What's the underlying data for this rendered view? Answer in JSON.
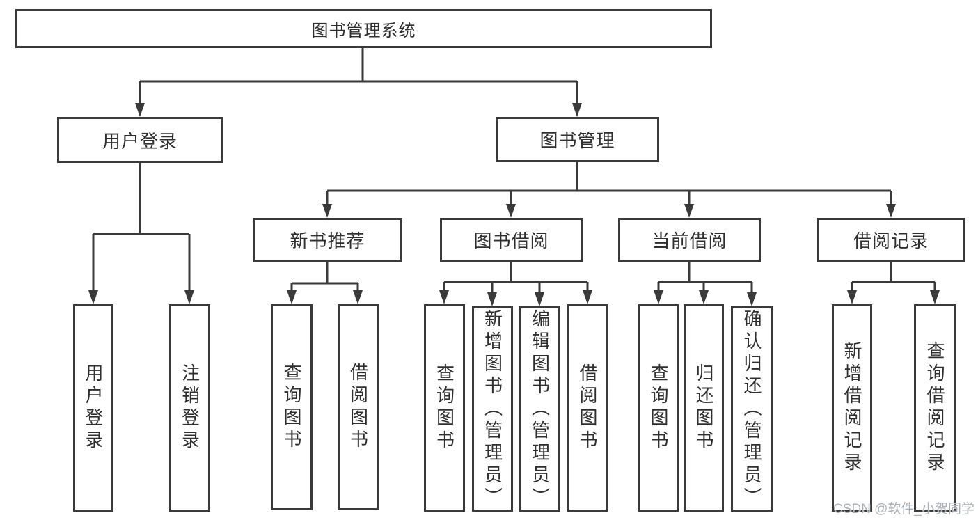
{
  "title": "图书管理系统",
  "level2": [
    {
      "label": "用户登录"
    },
    {
      "label": "图书管理"
    }
  ],
  "level3": [
    {
      "label": "新书推荐"
    },
    {
      "label": "图书借阅"
    },
    {
      "label": "当前借阅"
    },
    {
      "label": "借阅记录"
    }
  ],
  "leaves": {
    "user_login": [
      {
        "label": "用户登录"
      },
      {
        "label": "注销登录"
      }
    ],
    "new_book_recommend": [
      {
        "label": "查询图书"
      },
      {
        "label": "借阅图书"
      }
    ],
    "book_borrow": [
      {
        "label": "查询图书"
      },
      {
        "label": "新增图书（管理员）"
      },
      {
        "label": "编辑图书（管理员）"
      },
      {
        "label": "借阅图书"
      }
    ],
    "current_borrow": [
      {
        "label": "查询图书"
      },
      {
        "label": "归还图书"
      },
      {
        "label": "确认归还（管理员）"
      }
    ],
    "borrow_records": [
      {
        "label": "新增借阅记录"
      },
      {
        "label": "查询借阅记录"
      }
    ]
  },
  "watermark": "CSDN @软件_小贺同学",
  "colors": {
    "line": "#3a3a3a",
    "text": "#2f2f2f",
    "watermark": "#aab0b5",
    "background": "#ffffff"
  }
}
